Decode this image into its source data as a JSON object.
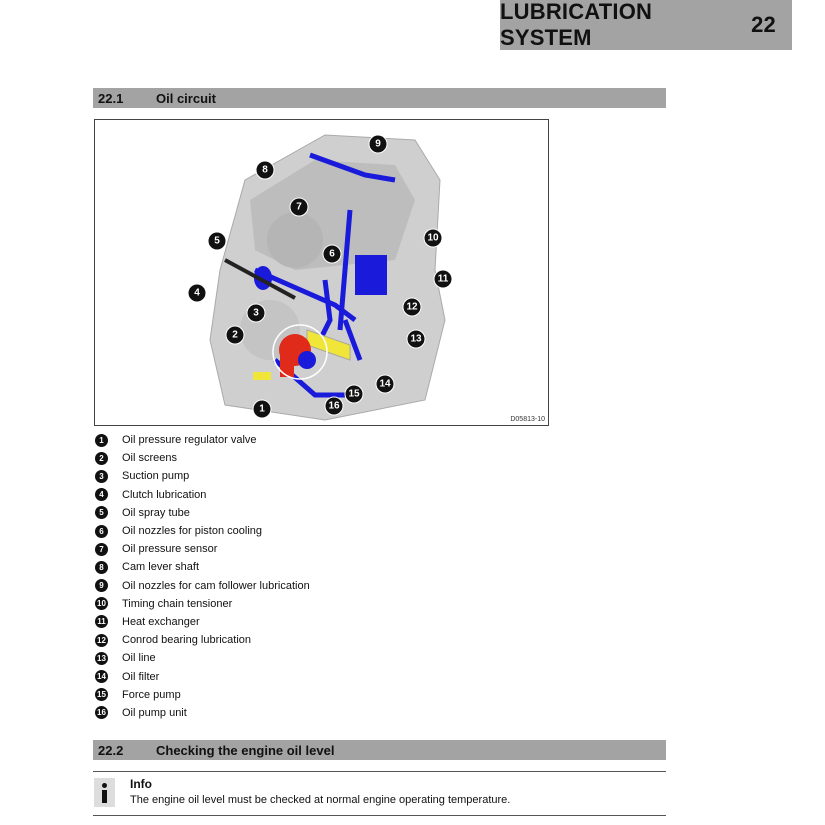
{
  "header": {
    "title": "LUBRICATION SYSTEM",
    "chapter": "22"
  },
  "section1": {
    "number": "22.1",
    "title": "Oil circuit"
  },
  "figure": {
    "id": "D05813-10",
    "callouts": [
      "1",
      "2",
      "3",
      "4",
      "5",
      "6",
      "7",
      "8",
      "9",
      "10",
      "11",
      "12",
      "13",
      "14",
      "15",
      "16"
    ]
  },
  "legend": [
    {
      "n": "1",
      "label": "Oil pressure regulator valve"
    },
    {
      "n": "2",
      "label": "Oil screens"
    },
    {
      "n": "3",
      "label": "Suction pump"
    },
    {
      "n": "4",
      "label": "Clutch lubrication"
    },
    {
      "n": "5",
      "label": "Oil spray tube"
    },
    {
      "n": "6",
      "label": "Oil nozzles for piston cooling"
    },
    {
      "n": "7",
      "label": "Oil pressure sensor"
    },
    {
      "n": "8",
      "label": "Cam lever shaft"
    },
    {
      "n": "9",
      "label": "Oil nozzles for cam follower lubrication"
    },
    {
      "n": "10",
      "label": "Timing chain tensioner"
    },
    {
      "n": "11",
      "label": "Heat exchanger"
    },
    {
      "n": "12",
      "label": "Conrod bearing lubrication"
    },
    {
      "n": "13",
      "label": "Oil line"
    },
    {
      "n": "14",
      "label": "Oil filter"
    },
    {
      "n": "15",
      "label": "Force pump"
    },
    {
      "n": "16",
      "label": "Oil pump unit"
    }
  ],
  "section2": {
    "number": "22.2",
    "title": "Checking the engine oil level"
  },
  "info": {
    "title": "Info",
    "text": "The engine oil level must be checked at normal engine operating temperature."
  },
  "colors": {
    "bar": "#a3a3a3",
    "oil_circuit": "#1a1adb",
    "pump": "#e02a1a",
    "filter": "#f0e63a"
  }
}
